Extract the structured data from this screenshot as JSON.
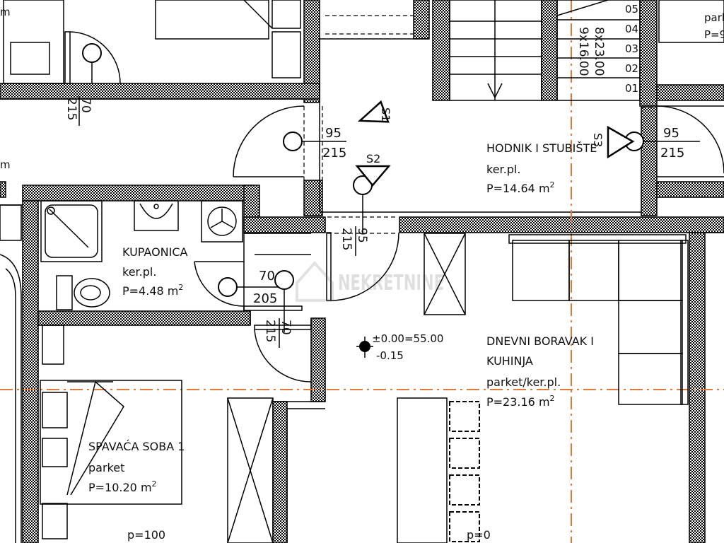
{
  "rooms": {
    "hallway": {
      "name": "HODNIK I STUBIŠTE",
      "floor": "ker.pl.",
      "area": "P=14.64 m",
      "unit_sup": "2"
    },
    "bathroom": {
      "name": "KUPAONICA",
      "floor": "ker.pl.",
      "area": "P=4.48 m",
      "unit_sup": "2"
    },
    "living": {
      "name_line1": "DNEVNI BORAVAK I",
      "name_line2": "KUHINJA",
      "floor": "parket/ker.pl.",
      "area": "P=23.16 m",
      "unit_sup": "2"
    },
    "bedroom": {
      "name": "SPAVAĆA SOBA 1",
      "floor": "parket",
      "area": "P=10.20 m",
      "unit_sup": "2"
    },
    "top_right": {
      "floor": "park",
      "area": "P=9"
    }
  },
  "doors": [
    {
      "id": "d1",
      "width": "70",
      "height": "215"
    },
    {
      "id": "d2",
      "width": "95",
      "height": "215"
    },
    {
      "id": "d3",
      "width": "95",
      "height": "215"
    },
    {
      "id": "d4",
      "width": "95",
      "height": "215"
    },
    {
      "id": "d5",
      "width": "70",
      "height": "205"
    },
    {
      "id": "d6",
      "width": "70",
      "height": "215"
    }
  ],
  "sections": {
    "s1": "S1",
    "s2": "S2",
    "s3": "S3"
  },
  "stairs": {
    "dim1": "8x23.00",
    "dim2": "9x16.00",
    "steps": [
      "05",
      "04",
      "03",
      "02",
      "01"
    ]
  },
  "level": {
    "top": "±0.00=55.00",
    "bottom": "-0.15"
  },
  "parapets": {
    "left": "p=100",
    "right": "p=0"
  },
  "fragments": {
    "top_left": "m",
    "mid_left": "m"
  },
  "watermark": "NEKRETNINE",
  "colors": {
    "wall": "#000000",
    "axis": "#e07a3a",
    "hatch": "#000000"
  }
}
